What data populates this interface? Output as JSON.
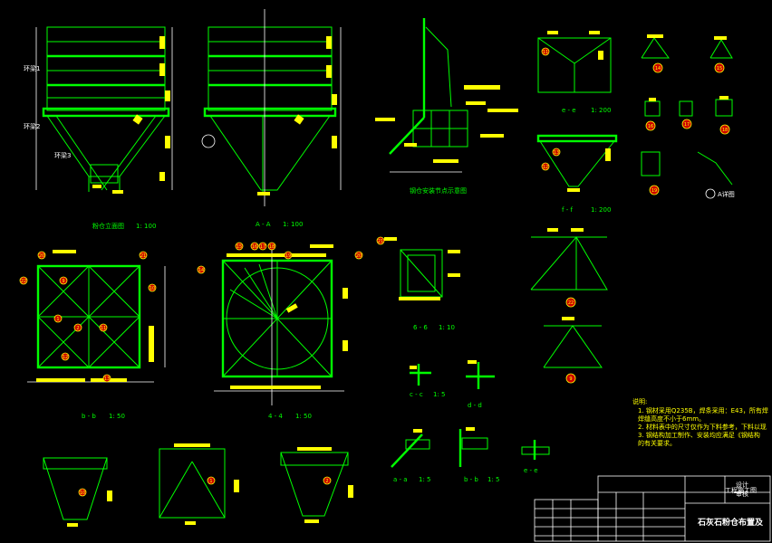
{
  "drawing": {
    "title": "石灰石粉仓布置及",
    "colors": {
      "background": "#000000",
      "lines": "#00ff00",
      "dims": "#ffff00",
      "text": "#ffffff",
      "marker": "#cc0000"
    }
  },
  "views": {
    "elevation": {
      "label": "粉仓立面图",
      "scale": "1: 100"
    },
    "section_aa": {
      "label": "A - A",
      "scale": "1: 100"
    },
    "install": {
      "label": "钢仓安装节点示意图"
    },
    "section_ee": {
      "label": "e - e",
      "scale": "1: 200"
    },
    "section_ff": {
      "label": "f - f",
      "scale": "1: 200"
    },
    "section_bb": {
      "label": "b - b",
      "scale": "1: 50"
    },
    "section_44": {
      "label": "4 - 4",
      "scale": "1: 50"
    },
    "section_66": {
      "label": "6 - 6",
      "scale": "1: 10"
    },
    "section_cc": {
      "label": "c - c",
      "scale": "1: 5"
    },
    "section_dd": {
      "label": "d - d"
    },
    "section_aa2": {
      "label": "a - a",
      "scale": "1: 5"
    },
    "section_bb2": {
      "label": "b - b",
      "scale": "1: 5"
    },
    "section_ee2": {
      "label": "e - e"
    },
    "detail_a": {
      "label": "A详图"
    }
  },
  "labels": {
    "ring1": "环梁1",
    "ring2": "环梁2",
    "ring3": "环梁3"
  },
  "markers": [
    "11",
    "12",
    "13",
    "14",
    "15",
    "16",
    "17",
    "18",
    "19",
    "20",
    "21",
    "22",
    "9",
    "10",
    "1",
    "2"
  ],
  "notes": {
    "heading": "说明:",
    "items": [
      "1. 钢材采用Q235B，焊条采用：E43，所有焊",
      "   焊缝高度不小于6mm。",
      "2. 材料表中的尺寸仅作为下料参考，下料以现",
      "3. 钢结构加工制作、安装均应满足《钢结构",
      "   的有关要求。"
    ]
  },
  "title_block": {
    "designer": "设计",
    "checker": "审核",
    "project": "工程施工图"
  }
}
